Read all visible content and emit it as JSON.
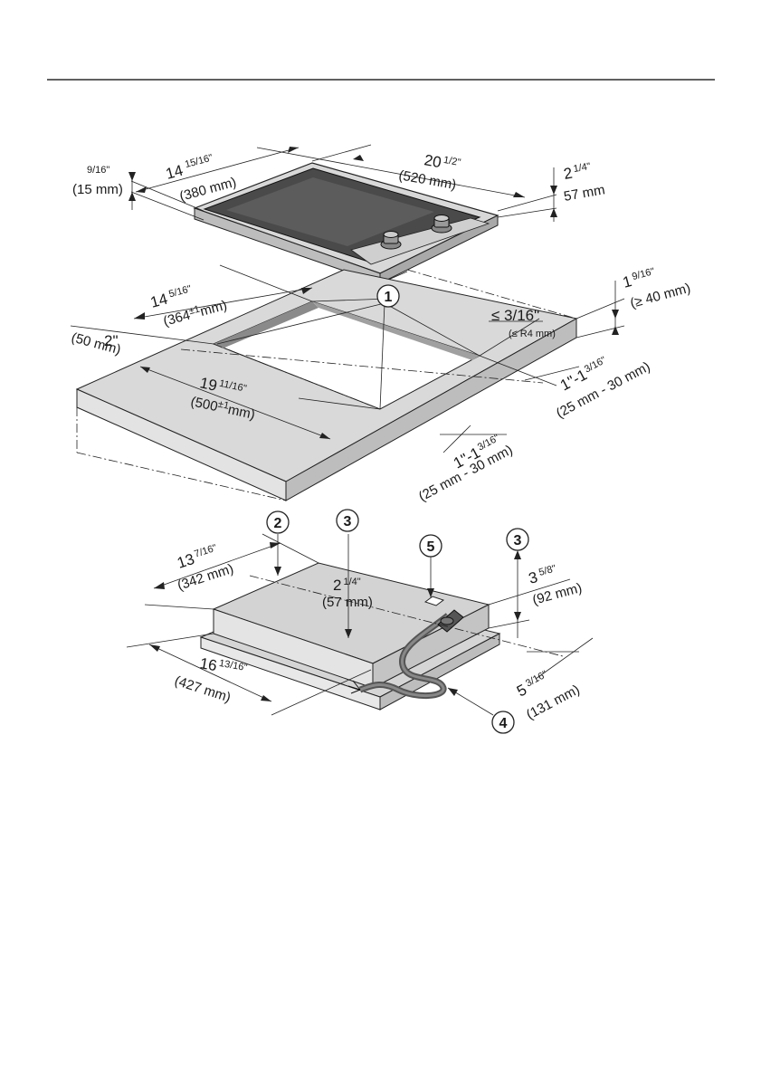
{
  "top_hob": {
    "dims": {
      "depth_main": "14",
      "depth_frac": "15/16\"",
      "depth_mm": "(380 mm)",
      "width_main": "20",
      "width_frac": "1/2\"",
      "width_mm": "(520 mm)",
      "rim_frac": "9/16\"",
      "rim_mm": "(15 mm)",
      "height_main": "2",
      "height_frac": "1/4\"",
      "height_mm": "57 mm"
    }
  },
  "countertop": {
    "dims": {
      "cut_depth_main": "14",
      "cut_depth_frac": "5/16\"",
      "cut_depth_mm_a": "(364",
      "cut_depth_pm": "±1",
      "cut_depth_mm_b": "mm)",
      "front_main": "2\"",
      "front_mm": "(50 mm)",
      "cut_width_main": "19",
      "cut_width_frac": "11/16\"",
      "cut_width_mm_a": "(500",
      "cut_width_pm": "±1",
      "cut_width_mm_b": "mm)",
      "radius": "≤ 3/16\"",
      "radius_mm": "(≤ R4 mm)",
      "thick_main": "1",
      "thick_frac": "9/16\"",
      "thick_mm": "(≥ 40 mm)",
      "side_range": "1\"-1",
      "side_range_frac": "3/16\"",
      "side_range_mm": "(25 mm - 30 mm)",
      "rear_range": "1\"-1",
      "rear_range_frac": "3/16\"",
      "rear_range_mm": "(25 mm - 30 mm)"
    },
    "callout": "1"
  },
  "bottom_hob": {
    "dims": {
      "depth_main": "13",
      "depth_frac": "7/16\"",
      "depth_mm": "(342 mm)",
      "inner_height_main": "2",
      "inner_height_frac": "1/4\"",
      "inner_height_mm": "(57 mm)",
      "width_main": "16",
      "width_frac": "13/16\"",
      "width_mm": "(427 mm)",
      "box_height_main": "3",
      "box_height_frac": "5/8\"",
      "box_height_mm": "(92 mm)",
      "offset_main": "5",
      "offset_frac": "3/16\"",
      "offset_mm": "(131 mm)"
    },
    "callouts": [
      "2",
      "3",
      "5",
      "3",
      "4"
    ]
  }
}
